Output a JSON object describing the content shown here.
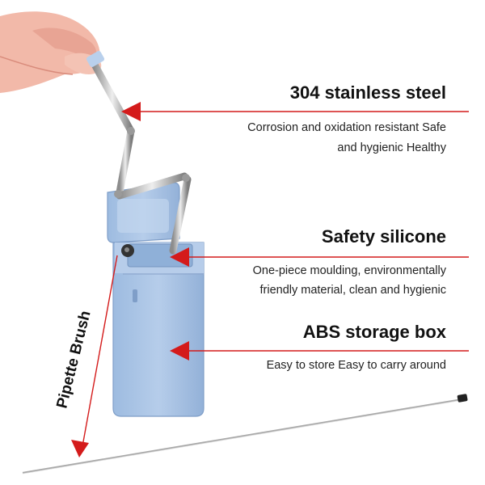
{
  "features": [
    {
      "title": "304 stainless steel",
      "lines": [
        "Corrosion and oxidation resistant Safe",
        "and hygienic Healthy"
      ]
    },
    {
      "title": "Safety silicone",
      "lines": [
        "One-piece moulding, environmentally",
        "friendly material, clean and hygienic"
      ]
    },
    {
      "title": "ABS storage box",
      "lines": [
        "Easy to store Easy to carry around"
      ]
    }
  ],
  "brush_label": "Pipette Brush",
  "colors": {
    "arrow": "#d41b1b",
    "box": "#a9c4e4",
    "steel": "#b9b9b9",
    "text": "#111111"
  }
}
